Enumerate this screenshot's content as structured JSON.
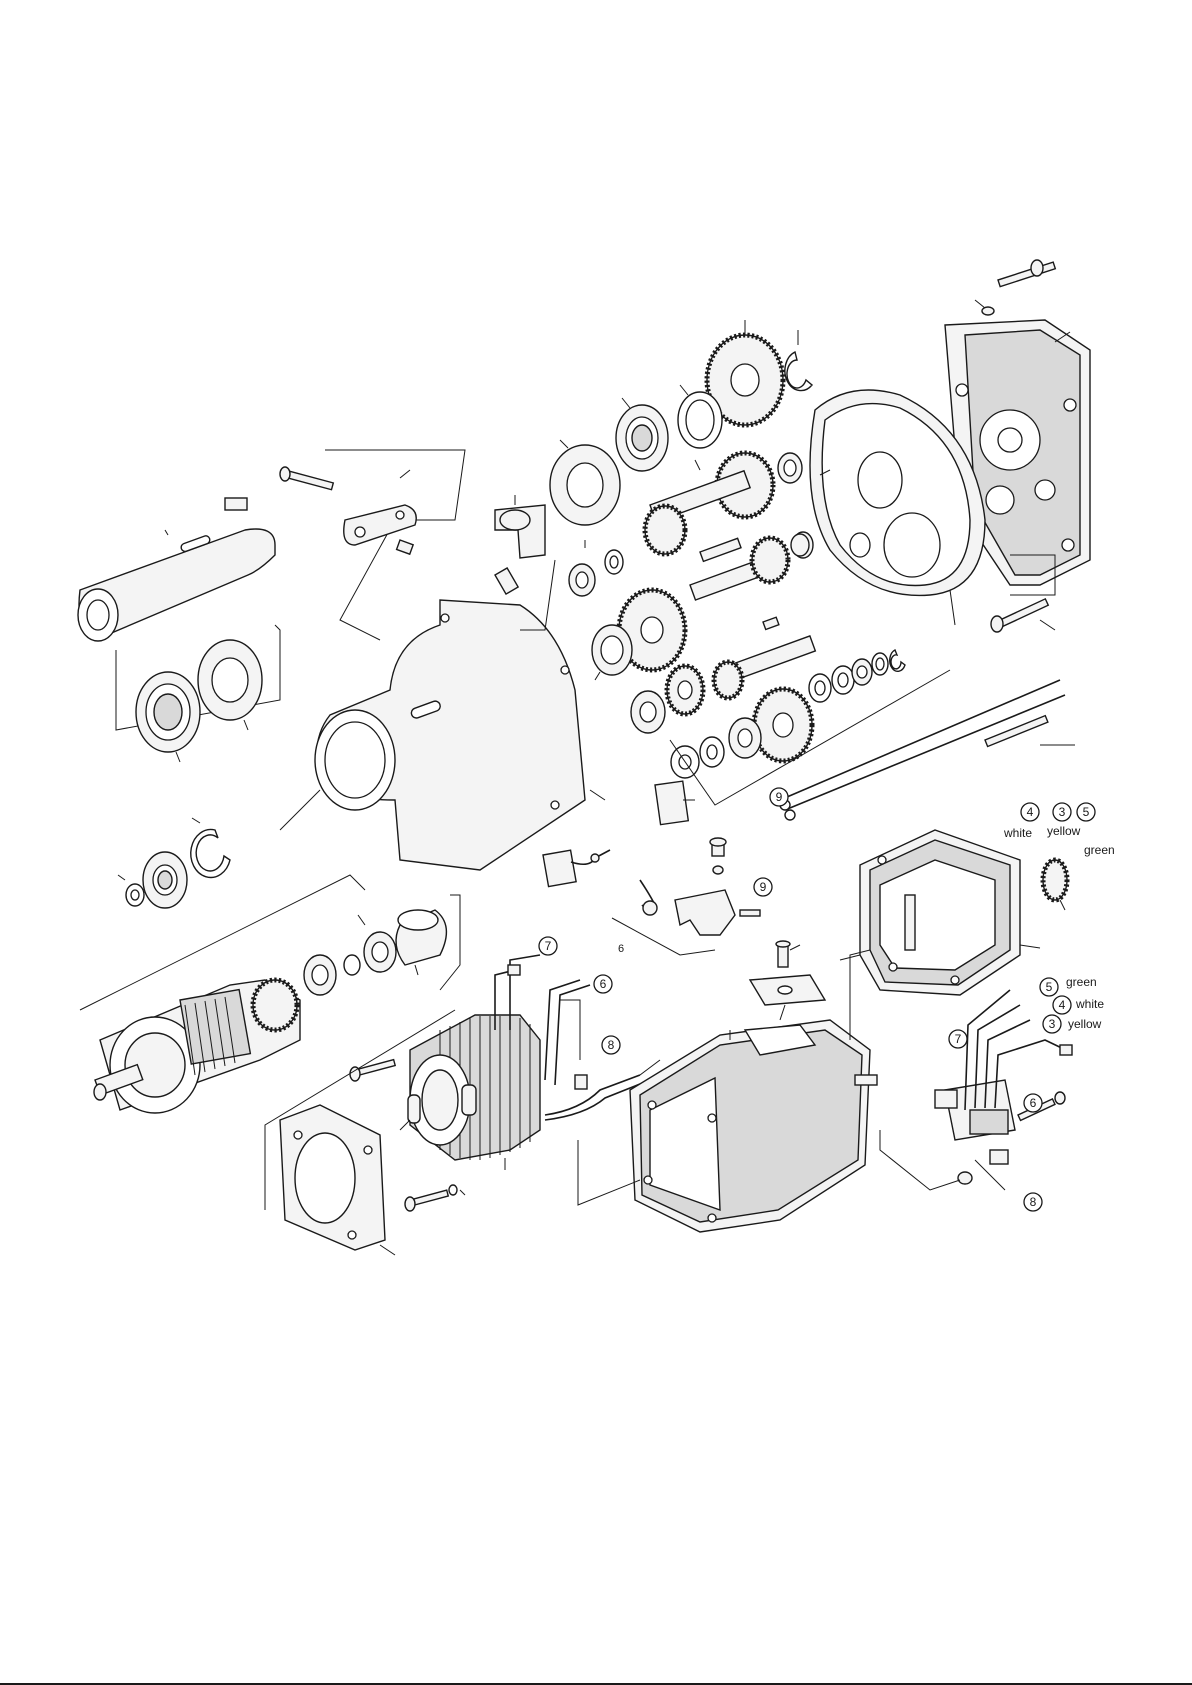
{
  "diagram": {
    "callouts": [
      {
        "id": "c4a",
        "number": "4"
      },
      {
        "id": "c3a",
        "number": "3"
      },
      {
        "id": "c5a",
        "number": "5"
      },
      {
        "id": "c9a",
        "number": "9"
      },
      {
        "id": "c9b",
        "number": "9"
      },
      {
        "id": "c7a",
        "number": "7"
      },
      {
        "id": "c6a",
        "number": "6"
      },
      {
        "id": "c8a",
        "number": "8"
      },
      {
        "id": "c5b",
        "number": "5"
      },
      {
        "id": "c4b",
        "number": "4"
      },
      {
        "id": "c3b",
        "number": "3"
      },
      {
        "id": "c7b",
        "number": "7"
      },
      {
        "id": "c6b",
        "number": "6"
      },
      {
        "id": "c8b",
        "number": "8"
      }
    ],
    "wire_labels": {
      "top_white": "white",
      "top_yellow": "yellow",
      "top_green": "green",
      "right_green": "green",
      "right_white": "white",
      "right_yellow": "yellow"
    },
    "plain_labels": {
      "switch_six": "6"
    }
  }
}
